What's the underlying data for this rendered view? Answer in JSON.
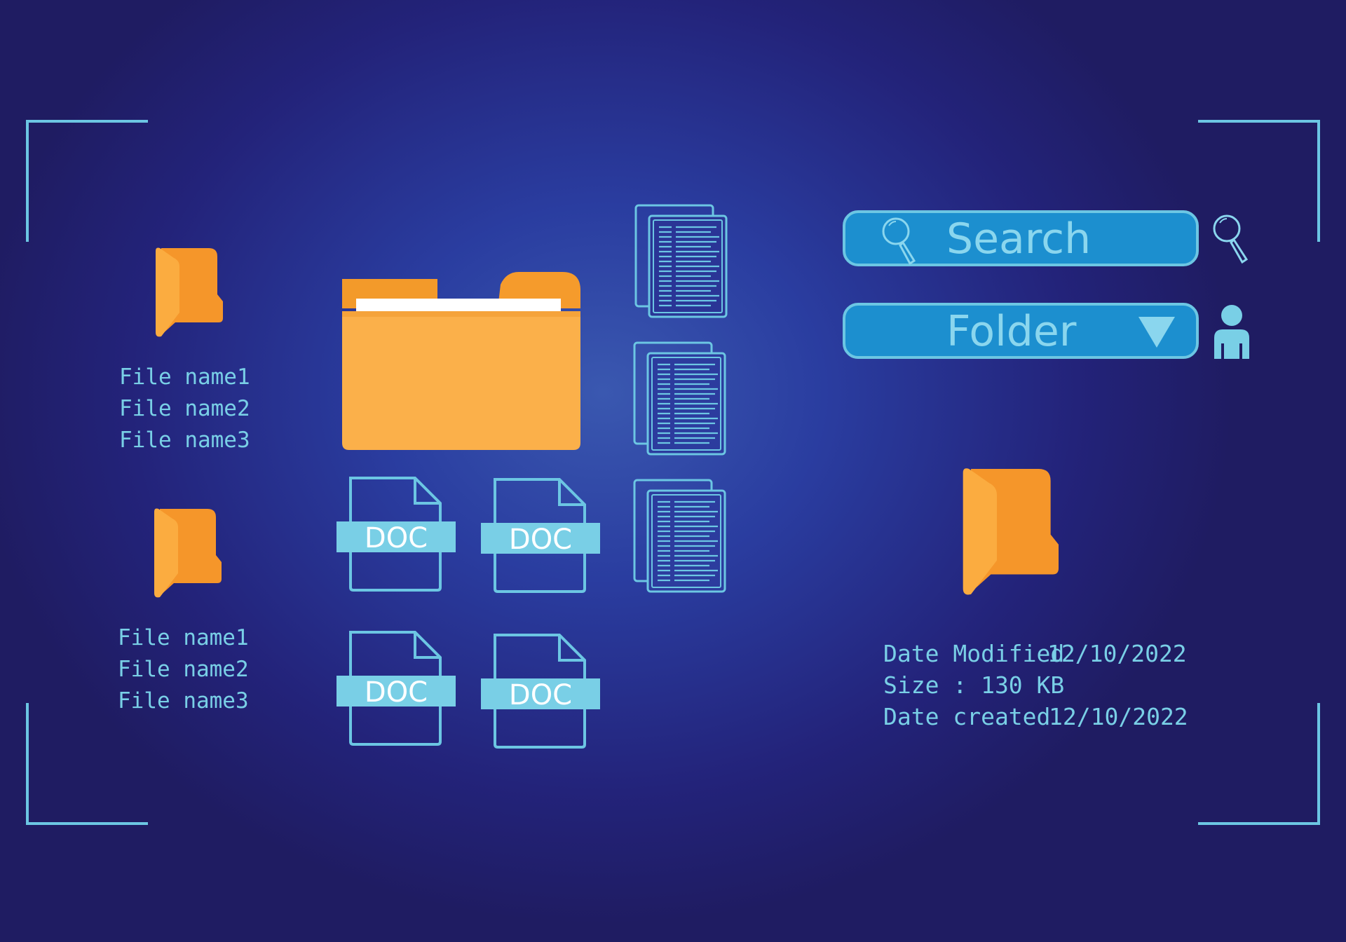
{
  "colors": {
    "background": "#23237a",
    "accent": "#6cc6e3",
    "text": "#79cfe6",
    "folder_orange": "#f5962a",
    "folder_light": "#fbac40",
    "input_fill": "#1c8fcf"
  },
  "left_panel": {
    "groups": [
      {
        "icon": "folder-icon",
        "files": [
          "File name1",
          "File name2",
          "File name3"
        ]
      },
      {
        "icon": "folder-icon",
        "files": [
          "File name1",
          "File name2",
          "File name3"
        ]
      }
    ]
  },
  "center": {
    "main_icon": "open-folder-icon",
    "docs": [
      {
        "label": "DOC",
        "icon": "doc-file-icon"
      },
      {
        "label": "DOC",
        "icon": "doc-file-icon"
      },
      {
        "label": "DOC",
        "icon": "doc-file-icon"
      },
      {
        "label": "DOC",
        "icon": "doc-file-icon"
      }
    ],
    "pages_icon": "documents-stack-icon"
  },
  "search": {
    "label": "Search",
    "icon": "search-icon"
  },
  "folder_select": {
    "value": "Folder",
    "icon": "dropdown-triangle-icon"
  },
  "side_icons": {
    "search": "search-icon",
    "user": "user-icon"
  },
  "details": {
    "icon": "folder-icon",
    "rows": [
      {
        "key": "Date Modified",
        "value": "12/10/2022"
      },
      {
        "key": "Size : 130 KB",
        "value": ""
      },
      {
        "key": "Date created",
        "value": "12/10/2022"
      }
    ]
  }
}
